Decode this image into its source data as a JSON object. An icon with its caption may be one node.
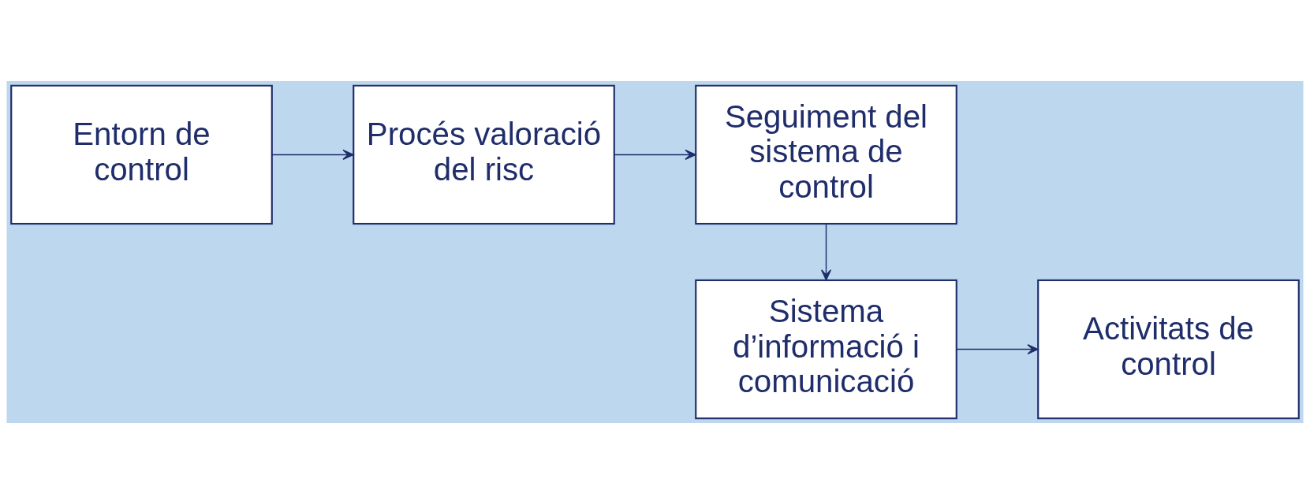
{
  "diagram": {
    "nodes": [
      {
        "text": [
          "Entorn de control"
        ]
      },
      {
        "text": [
          "Procés valoració del risc"
        ]
      },
      {
        "text": [
          "Seguiment del sistema de control"
        ]
      },
      {
        "text": [
          "Sistema d’informació i comunicació"
        ]
      },
      {
        "text": [
          "Activitats de control"
        ]
      }
    ],
    "edges": [
      {
        "from": 0,
        "to": 1,
        "arrow": "to"
      },
      {
        "from": 1,
        "to": 2,
        "arrow": "to"
      },
      {
        "from": 2,
        "to": 3,
        "arrow": "to"
      },
      {
        "from": 3,
        "to": 4,
        "arrow": "to"
      }
    ]
  }
}
